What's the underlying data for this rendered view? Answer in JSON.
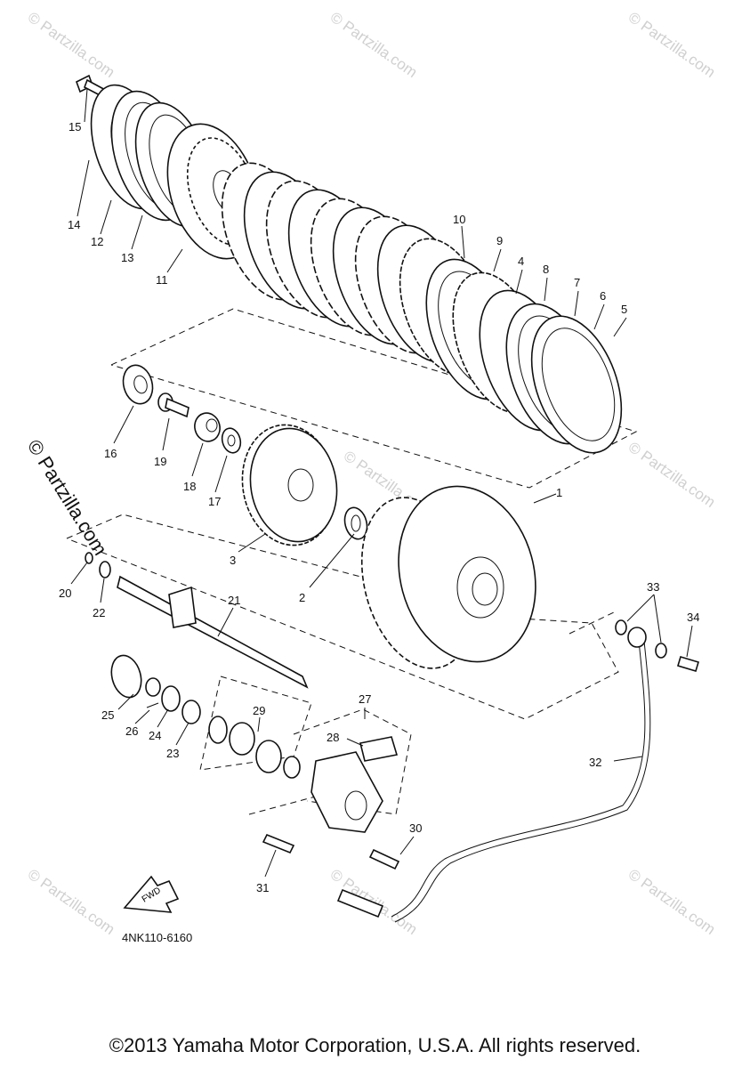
{
  "diagram": {
    "code": "4NK110-6160",
    "fwd_label": "FWD",
    "copyright": "©2013 Yamaha Motor Corporation, U.S.A. All rights reserved.",
    "watermark": "© Partzilla.com",
    "callouts": [
      "1",
      "2",
      "3",
      "4",
      "5",
      "6",
      "7",
      "8",
      "9",
      "10",
      "11",
      "12",
      "13",
      "14",
      "15",
      "16",
      "17",
      "18",
      "19",
      "20",
      "21",
      "22",
      "23",
      "24",
      "25",
      "26",
      "27",
      "28",
      "29",
      "30",
      "31",
      "32",
      "33",
      "34"
    ]
  }
}
